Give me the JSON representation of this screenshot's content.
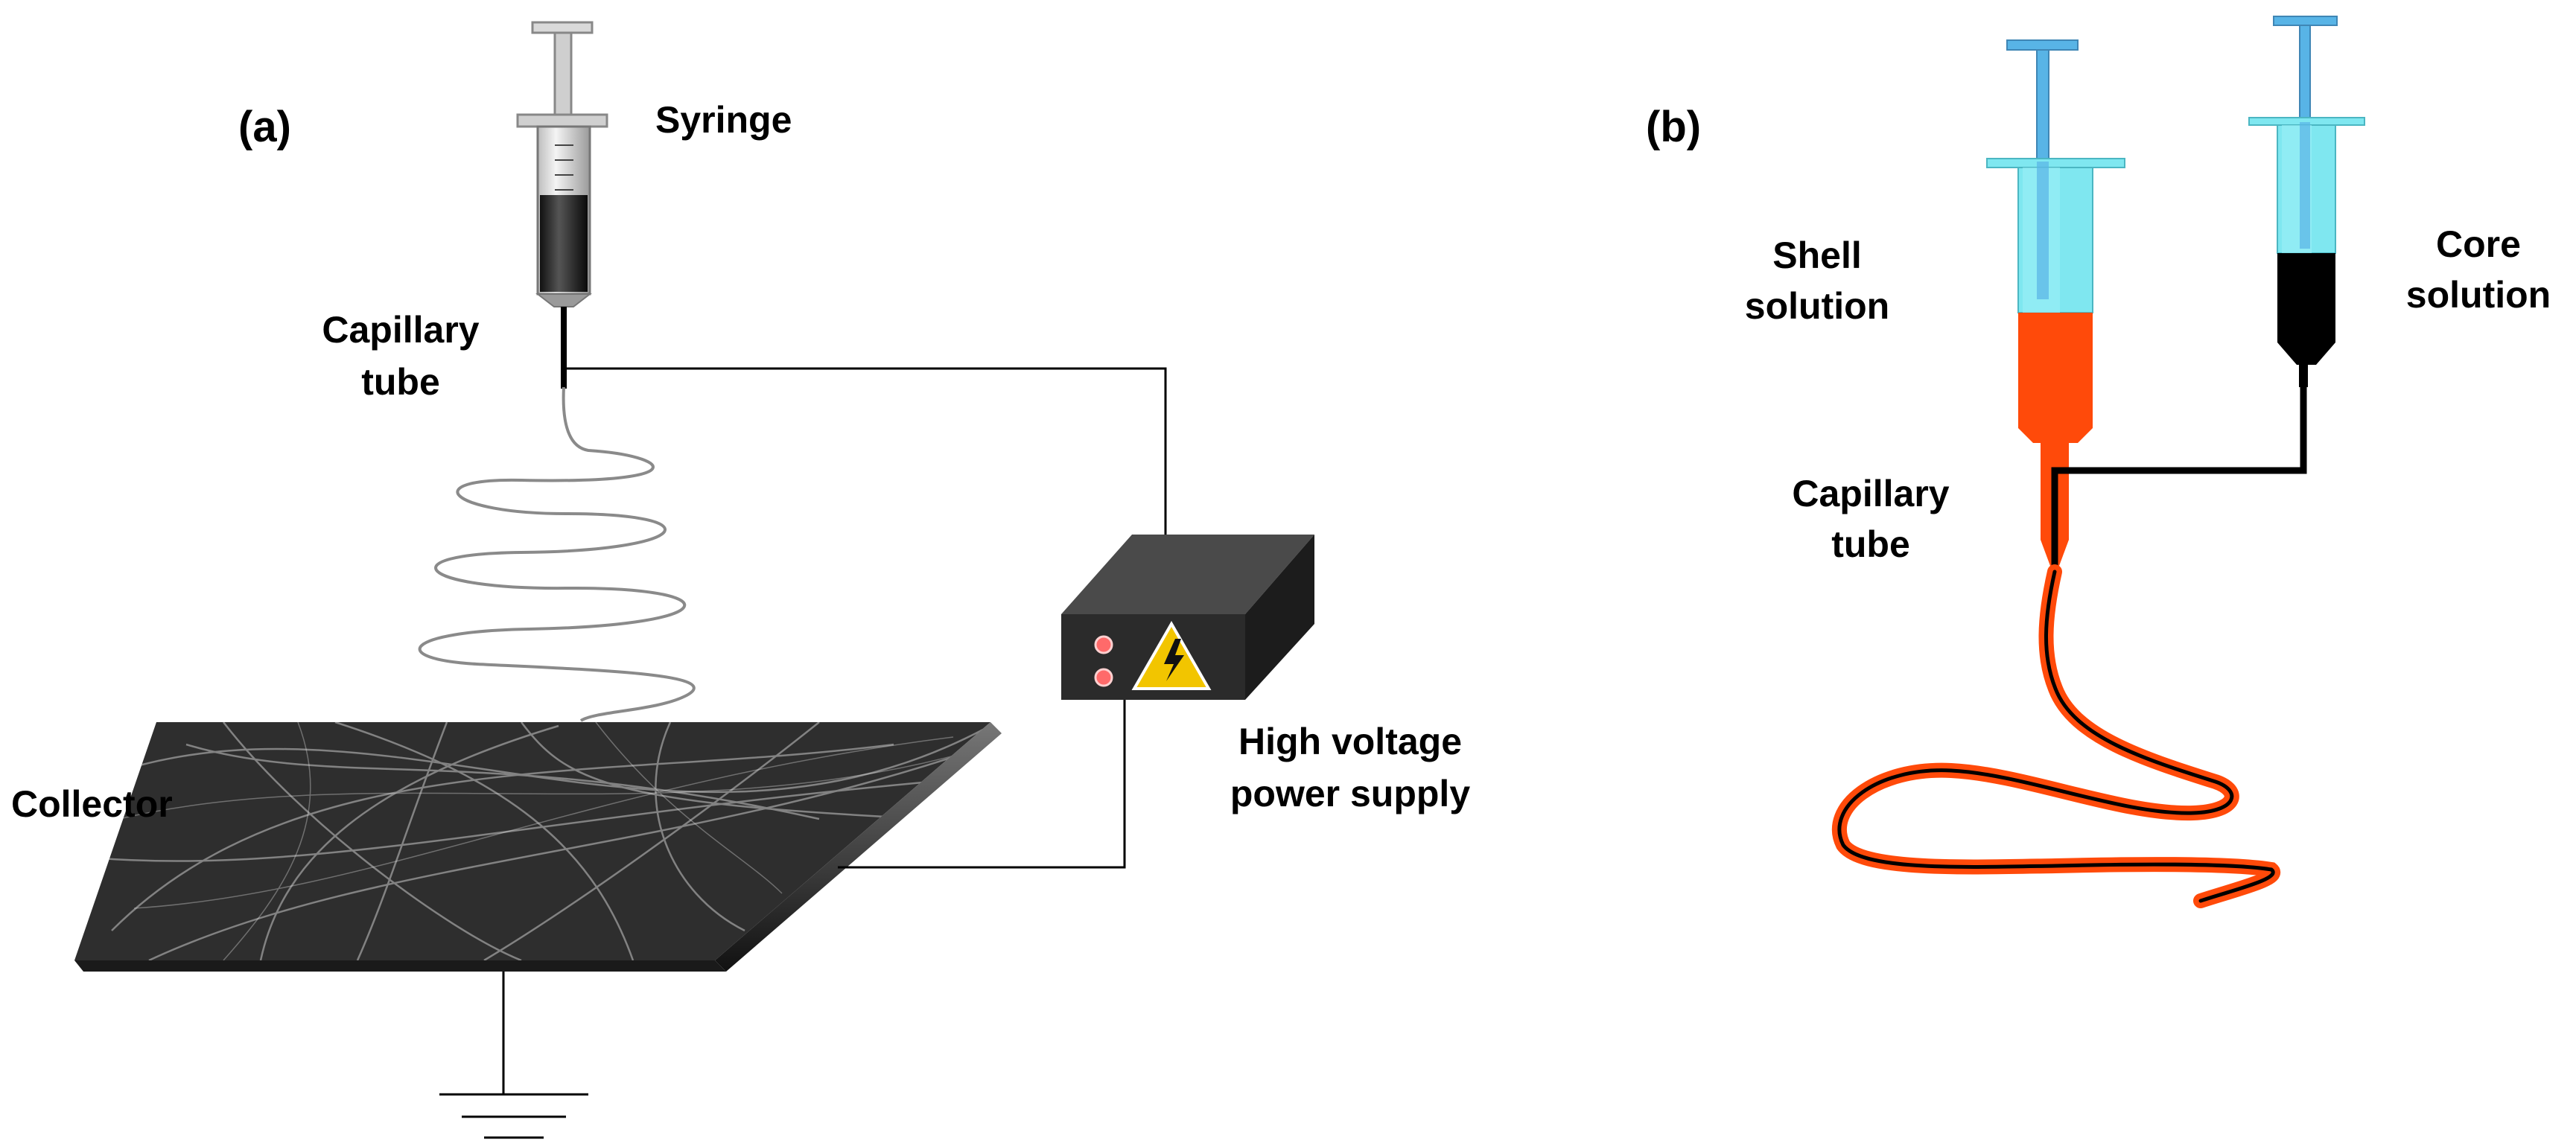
{
  "panel_a": {
    "tag": "(a)",
    "syringe_label": "Syringe",
    "capillary_label": [
      "Capillary",
      "tube"
    ],
    "collector_label": "Collector",
    "power_label": [
      "High voltage",
      "power supply"
    ]
  },
  "panel_b": {
    "tag": "(b)",
    "shell_label": [
      "Shell",
      "solution"
    ],
    "core_label": [
      "Core",
      "solution"
    ],
    "capillary_label": [
      "Capillary",
      "tube"
    ]
  },
  "icons": [
    "syringe-icon",
    "high-voltage-warning-icon",
    "ground-symbol-icon",
    "indicator-light-icon"
  ],
  "colors": {
    "shell_solution": "#ff4a0a",
    "core_solution": "#000000",
    "syringe_body": "#7fe7f0",
    "syringe_plunger": "#58b4e6",
    "collector": "#3a3a3a",
    "power_box": "#2f2f2f",
    "warning_sign": "#f2c500"
  }
}
